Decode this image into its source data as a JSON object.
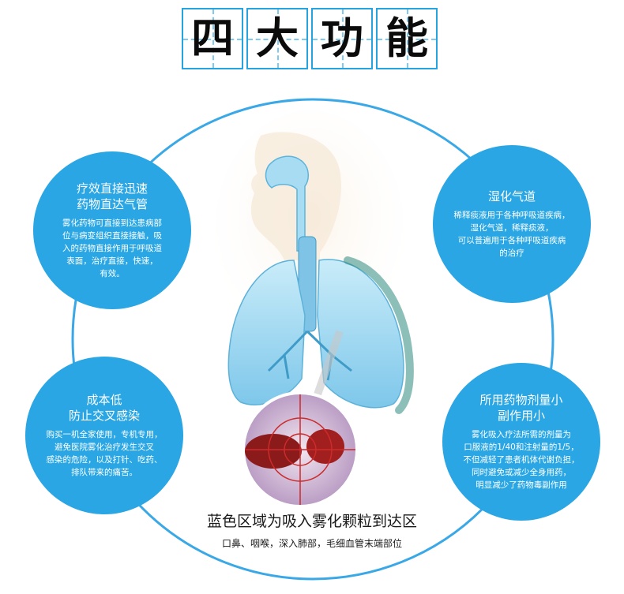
{
  "title": [
    "四",
    "大",
    "功",
    "能"
  ],
  "features": {
    "top_left": {
      "title_lines": [
        "疗效直接迅速",
        "药物直达气管"
      ],
      "body_lines": [
        "雾化药物可直接到达患病部",
        "位与病变组织直接接触，吸",
        "入的药物直接作用于呼吸道",
        "表面，治疗直接，快速，",
        "有效。"
      ]
    },
    "top_right": {
      "title_lines": [
        "湿化气道"
      ],
      "body_lines": [
        "稀释痰液用于各种呼吸道疾病，",
        "湿化气道，稀释痰液，",
        "可以普遍用于各种呼吸道疾病",
        "的治疗"
      ]
    },
    "bottom_left": {
      "title_lines": [
        "成本低",
        "防止交叉感染"
      ],
      "body_lines": [
        "购买一机全家使用，专机专用，",
        "避免医院雾化治疗发生交叉",
        "感染的危险，以及打针、吃药、",
        "排队带来的痛苦。"
      ]
    },
    "bottom_right": {
      "title_lines": [
        "所用药物剂量小",
        "副作用小"
      ],
      "body_lines": [
        "雾化吸入疗法所需的剂量为",
        "口服液的1/40和注射量的1/5，",
        "不但减轻了患者机体代谢负担，",
        "同时避免或减少全身用药，",
        "明显减少了药物毒副作用"
      ]
    }
  },
  "caption": {
    "main": "蓝色区域为吸入雾化颗粒到达区",
    "sub": "口鼻、咽喉，深入肺部，毛细血管末端部位"
  },
  "colors": {
    "accent": "#29a6e3",
    "ring": "#3aa8e6",
    "lung": "#9fd8f2",
    "lung_dark": "#4aa3c9",
    "tissue_red": "#8b1a1a"
  }
}
